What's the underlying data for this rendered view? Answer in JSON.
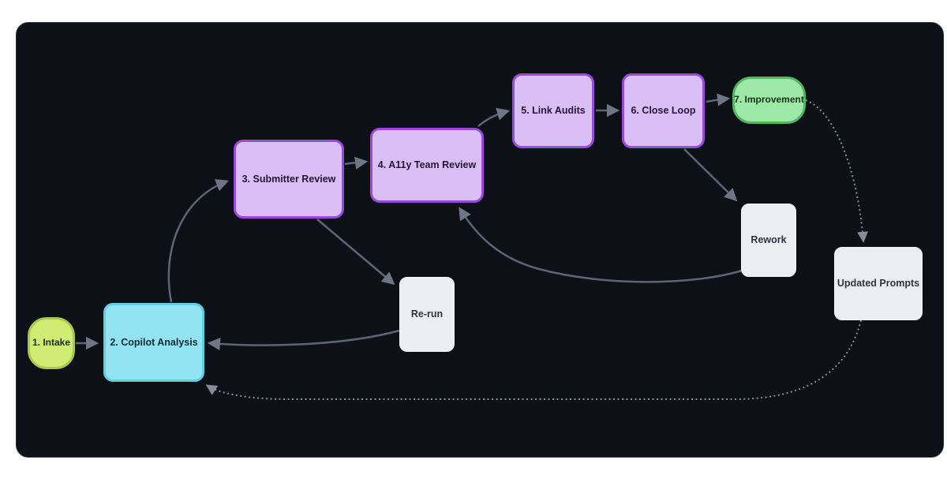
{
  "diagram": {
    "type": "flowchart",
    "direction": "left-to-right",
    "theme": "dark",
    "colors": {
      "page_background": "#ffffff",
      "canvas_background": "#0d1117",
      "edge_solid": "#5d6574",
      "edge_dotted": "#868c98",
      "node_lime_fill": "#d0ec72",
      "node_lime_stroke": "#a9c84f",
      "node_cyan_fill": "#92e4f2",
      "node_cyan_stroke": "#60cde2",
      "node_purple_fill": "#dabff7",
      "node_purple_stroke": "#9a49dd",
      "node_green_fill": "#9ce9a8",
      "node_green_stroke": "#55b565",
      "node_white_fill": "#eceef3"
    },
    "nodes": [
      {
        "id": "intake",
        "label": "1. Intake",
        "shape": "stadium",
        "color": "lime"
      },
      {
        "id": "copilot",
        "label": "2. Copilot Analysis",
        "shape": "rounded",
        "color": "cyan"
      },
      {
        "id": "submitter",
        "label": "3. Submitter Review",
        "shape": "rounded",
        "color": "purple"
      },
      {
        "id": "a11y",
        "label": "4. A11y Team Review",
        "shape": "rounded",
        "color": "purple"
      },
      {
        "id": "linkaudits",
        "label": "5. Link Audits",
        "shape": "rounded",
        "color": "purple"
      },
      {
        "id": "closeloop",
        "label": "6. Close Loop",
        "shape": "rounded",
        "color": "purple"
      },
      {
        "id": "improvement",
        "label": "7. Improvement",
        "shape": "stadium",
        "color": "green"
      },
      {
        "id": "rework",
        "label": "Rework",
        "shape": "rounded",
        "color": "white"
      },
      {
        "id": "rerun",
        "label": "Re-run",
        "shape": "rounded",
        "color": "white"
      },
      {
        "id": "updated",
        "label": "Updated Prompts",
        "shape": "rounded",
        "color": "white"
      }
    ],
    "edges": [
      {
        "from": "1. Intake",
        "to": "2. Copilot Analysis",
        "style": "solid"
      },
      {
        "from": "2. Copilot Analysis",
        "to": "3. Submitter Review",
        "style": "solid"
      },
      {
        "from": "3. Submitter Review",
        "to": "4. A11y Team Review",
        "style": "solid"
      },
      {
        "from": "4. A11y Team Review",
        "to": "5. Link Audits",
        "style": "solid"
      },
      {
        "from": "5. Link Audits",
        "to": "6. Close Loop",
        "style": "solid"
      },
      {
        "from": "6. Close Loop",
        "to": "7. Improvement",
        "style": "solid"
      },
      {
        "from": "6. Close Loop",
        "to": "Rework",
        "style": "solid"
      },
      {
        "from": "Rework",
        "to": "4. A11y Team Review",
        "style": "solid"
      },
      {
        "from": "3. Submitter Review",
        "to": "Re-run",
        "style": "solid"
      },
      {
        "from": "Re-run",
        "to": "2. Copilot Analysis",
        "style": "solid"
      },
      {
        "from": "7. Improvement",
        "to": "Updated Prompts",
        "style": "dotted"
      },
      {
        "from": "Updated Prompts",
        "to": "2. Copilot Analysis",
        "style": "dotted"
      }
    ]
  }
}
